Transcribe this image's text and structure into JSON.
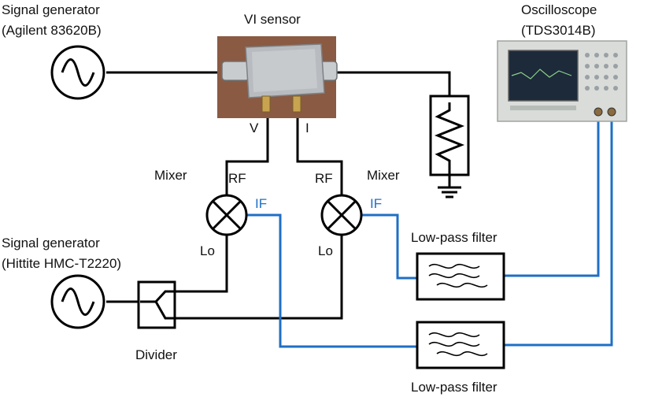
{
  "labels": {
    "siggen1_line1": "Signal generator",
    "siggen1_line2": "(Agilent 83620B)",
    "vi_sensor": "VI sensor",
    "oscilloscope_line1": "Oscilloscope",
    "oscilloscope_line2": "(TDS3014B)",
    "v_port": "V",
    "i_port": "I",
    "mixer_left": "Mixer",
    "mixer_right": "Mixer",
    "rf_left": "RF",
    "rf_right": "RF",
    "if_left": "IF",
    "if_right": "IF",
    "lo_left": "Lo",
    "lo_right": "Lo",
    "siggen2_line1": "Signal generator",
    "siggen2_line2": "(Hittite HMC-T2220)",
    "lpf_top": "Low-pass filter",
    "lpf_bottom": "Low-pass filter",
    "divider": "Divider"
  },
  "colors": {
    "wire": "#000000",
    "if_wire": "#1f6fc5",
    "sensor_background": "#8a5a42",
    "sensor_box": "#b8bcc0",
    "scope_body": "#d9dcd8"
  },
  "icons": {
    "signal_source": "ac-source-icon",
    "mixer": "mixer-icon",
    "load": "resistor-icon",
    "ground": "ground-icon",
    "filter": "lowpass-filter-icon",
    "divider": "power-divider-icon"
  }
}
